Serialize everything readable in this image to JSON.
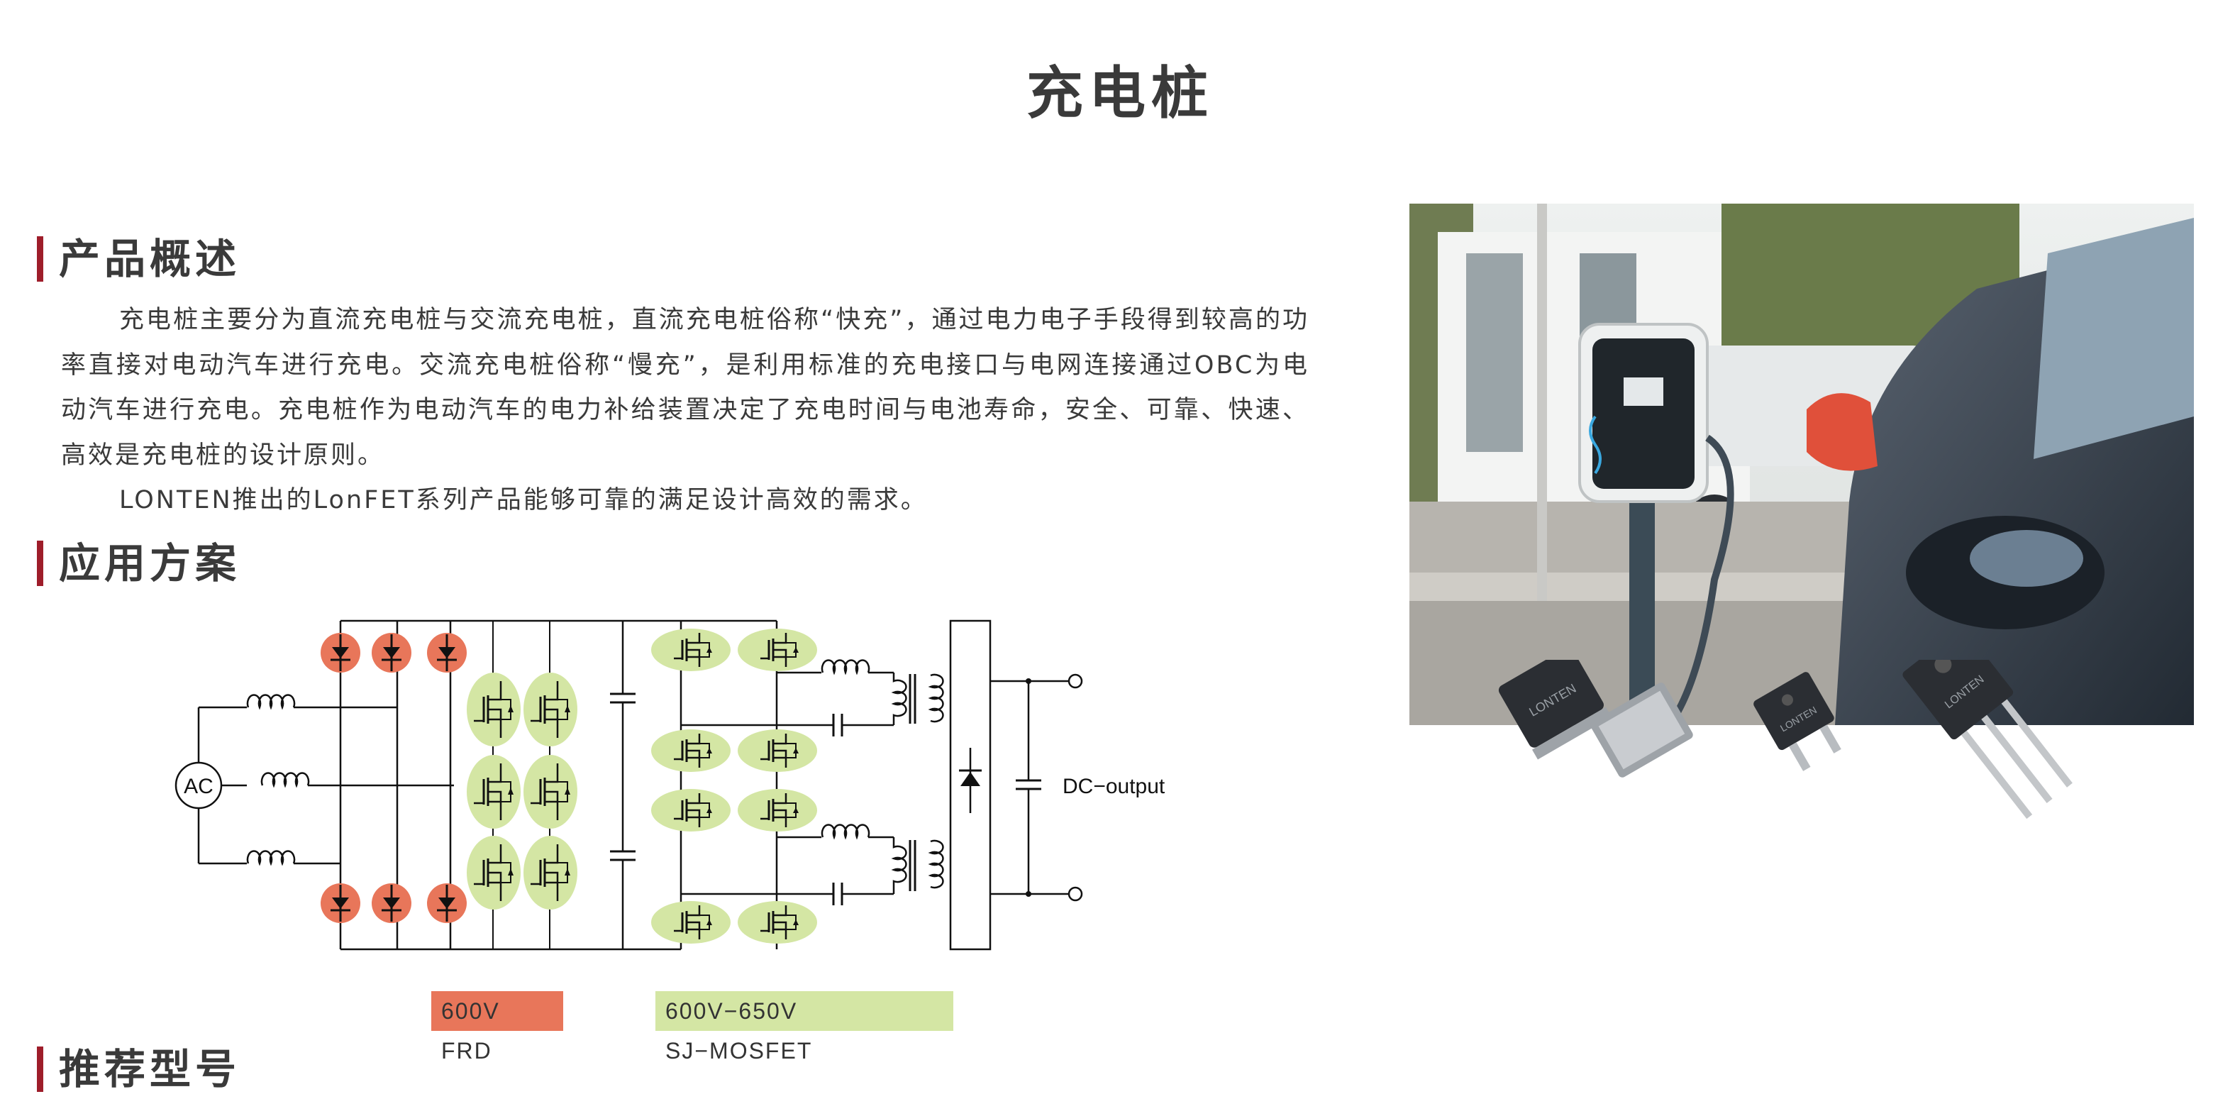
{
  "page_title": "充电桩",
  "sections": {
    "overview_heading": "产品概述",
    "application_heading": "应用方案",
    "recommend_heading": "推荐型号"
  },
  "overview": {
    "paragraph1": "充电桩主要分为直流充电桩与交流充电桩，直流充电桩俗称“快充”，通过电力电子手段得到较高的功率直接对电动汽车进行充电。交流充电桩俗称“慢充”，是利用标准的充电接口与电网连接通过OBC为电动汽车进行充电。充电桩作为电动汽车的电力补给装置决定了充电时间与电池寿命，安全、可靠、快速、高效是充电桩的设计原则。",
    "paragraph2": "LONTEN推出的LonFET系列产品能够可靠的满足设计高效的需求。"
  },
  "circuit": {
    "ac_label": "AC",
    "dc_label": "DC−output"
  },
  "legend": {
    "frd": "600V FRD",
    "mosfet": "600V−650V SJ−MOSFET"
  },
  "product_brand": "LONTEN",
  "colors": {
    "accent_bar": "#9e1d2a",
    "frd_fill": "#e8765a",
    "mosfet_fill": "#d4e6a4"
  }
}
